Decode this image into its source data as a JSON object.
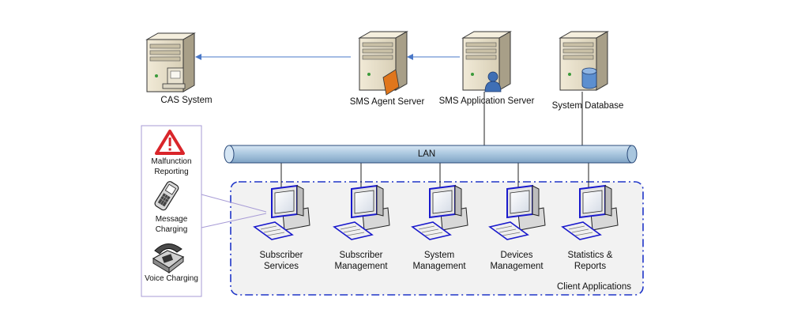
{
  "servers": {
    "cas_system": "CAS System",
    "sms_agent_server": "SMS Agent Server",
    "sms_application_server": "SMS Application Server",
    "system_database": "System Database"
  },
  "lan": {
    "label": "LAN"
  },
  "client_group": {
    "label": "Client Applications",
    "clients": [
      "Subscriber\nServices",
      "Subscriber\nManagement",
      "System\nManagement",
      "Devices\nManagement",
      "Statistics &\nReports"
    ]
  },
  "devices": {
    "malfunction_reporting": "Malfunction\nReporting",
    "message_charging": "Message\nCharging",
    "voice_charging": "Voice Charging"
  },
  "colors": {
    "lan_fill": "#a9c6de",
    "lan_stroke": "#2a4a7a",
    "group_border": "#1f35c8",
    "arrow": "#4a78c8",
    "warning": "#d9252a"
  }
}
